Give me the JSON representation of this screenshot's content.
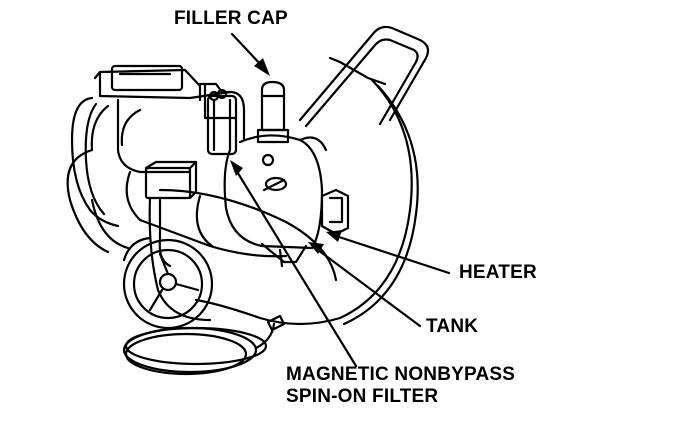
{
  "labels": {
    "filler_cap": "FILLER CAP",
    "heater": "HEATER",
    "tank": "TANK",
    "filter_line1": "MAGNETIC NONBYPASS",
    "filter_line2": "SPIN-ON FILTER"
  }
}
